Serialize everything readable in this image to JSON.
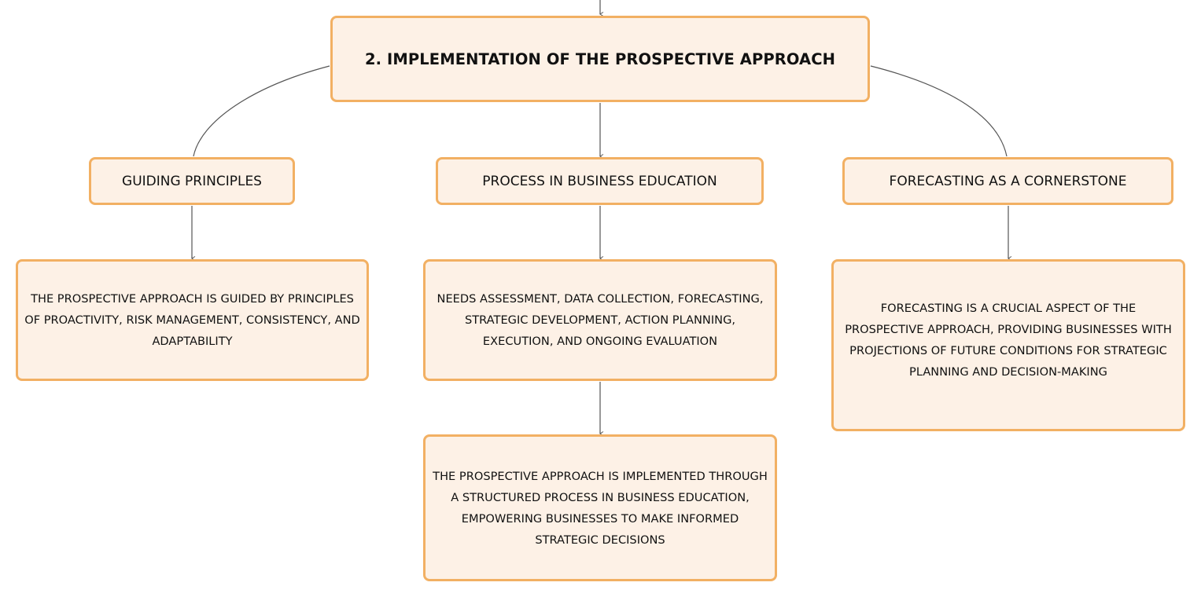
{
  "root": {
    "title": "2. IMPLEMENTATION OF THE PROSPECTIVE APPROACH"
  },
  "branches": [
    {
      "label": "GUIDING PRINCIPLES",
      "details": [
        "THE PROSPECTIVE APPROACH IS GUIDED BY PRINCIPLES OF PROACTIVITY, RISK MANAGEMENT, CONSISTENCY, AND ADAPTABILITY"
      ]
    },
    {
      "label": "PROCESS IN BUSINESS EDUCATION",
      "details": [
        "NEEDS ASSESSMENT, DATA COLLECTION, FORECASTING, STRATEGIC DEVELOPMENT, ACTION PLANNING, EXECUTION, AND ONGOING EVALUATION",
        "THE PROSPECTIVE APPROACH IS IMPLEMENTED THROUGH A STRUCTURED PROCESS IN BUSINESS EDUCATION, EMPOWERING BUSINESSES TO MAKE INFORMED STRATEGIC DECISIONS"
      ]
    },
    {
      "label": "FORECASTING AS A CORNERSTONE",
      "details": [
        "FORECASTING IS A CRUCIAL ASPECT OF THE PROSPECTIVE APPROACH, PROVIDING BUSINESSES WITH PROJECTIONS OF FUTURE CONDITIONS FOR STRATEGIC PLANNING AND DECISION-MAKING"
      ]
    }
  ],
  "colors": {
    "node_fill": "#fdf1e6",
    "node_border": "#f2b063",
    "connector": "#555555",
    "text": "#111111"
  }
}
